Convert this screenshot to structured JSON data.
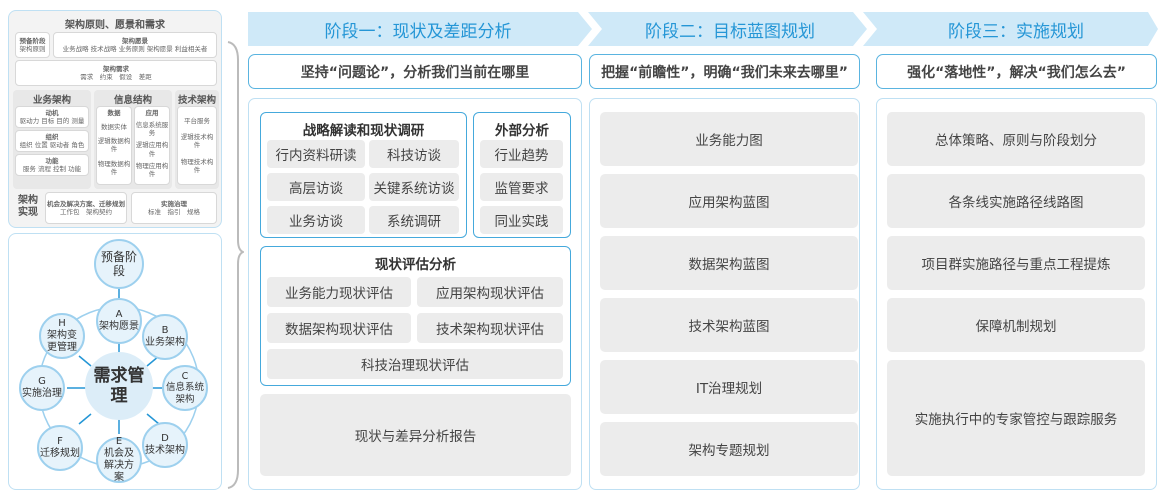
{
  "left_top": {
    "title": "架构原则、愿景和需求",
    "prep": {
      "title": "预备阶段",
      "items": "架构原则"
    },
    "vision": {
      "title": "架构愿景",
      "items": "业务战略 技术战略 业务原则 架构愿景 利益相关者"
    },
    "req": {
      "title": "架构需求",
      "items": "需求　约束　假设　差距"
    },
    "biz": {
      "title": "业务架构",
      "boxes": [
        {
          "title": "动机",
          "items": "驱动力 目标 目的 测量"
        },
        {
          "title": "组织",
          "items": "组织 位置 驱动者 角色"
        },
        {
          "title": "功能",
          "items": "服务 流程 控制 功能"
        }
      ]
    },
    "info": {
      "title": "信息结构",
      "data": {
        "title": "数据",
        "items": [
          "数据实体",
          "逻辑数据构件",
          "物理数据构件"
        ]
      },
      "app": {
        "title": "应用",
        "items": [
          "信息系统服务",
          "逻辑应用构件",
          "物理应用构件"
        ]
      }
    },
    "tech": {
      "title": "技术架构",
      "items": [
        "平台服务",
        "逻辑技术构件",
        "物理技术构件"
      ]
    },
    "impl": {
      "title": "架构实现",
      "opp": {
        "title": "机会及解决方案、迁移规划",
        "items": "工作包　架构契约"
      },
      "gov": {
        "title": "实施治理",
        "items": "标准　指引　规格"
      }
    }
  },
  "cycle": {
    "center": "需求管理",
    "prep": "预备阶段",
    "nodes": [
      {
        "letter": "A",
        "label": "架构愿景"
      },
      {
        "letter": "B",
        "label": "业务架构"
      },
      {
        "letter": "C",
        "label": "信息系统架构"
      },
      {
        "letter": "D",
        "label": "技术架构"
      },
      {
        "letter": "E",
        "label": "机会及解决方案"
      },
      {
        "letter": "F",
        "label": "迁移规划"
      },
      {
        "letter": "G",
        "label": "实施治理"
      },
      {
        "letter": "H",
        "label": "架构变更管理"
      }
    ]
  },
  "stages": [
    {
      "title": "阶段一：现状及差距分析",
      "slogan": "坚持“问题论”，分析我们当前在哪里"
    },
    {
      "title": "阶段二：目标蓝图规划",
      "slogan": "把握“前瞻性”，明确“我们未来去哪里”"
    },
    {
      "title": "阶段三：实施规划",
      "slogan": "强化“落地性”，解决“我们怎么去”"
    }
  ],
  "stage1": {
    "strategy": {
      "title": "战略解读和现状调研",
      "items": [
        "行内资料研读",
        "科技访谈",
        "高层访谈",
        "关键系统访谈",
        "业务访谈",
        "系统调研"
      ]
    },
    "external": {
      "title": "外部分析",
      "items": [
        "行业趋势",
        "监管要求",
        "同业实践"
      ]
    },
    "assess": {
      "title": "现状评估分析",
      "items": [
        "业务能力现状评估",
        "应用架构现状评估",
        "数据架构现状评估",
        "技术架构现状评估",
        "科技治理现状评估"
      ]
    },
    "report": "现状与差异分析报告"
  },
  "stage2": {
    "items": [
      "业务能力图",
      "应用架构蓝图",
      "数据架构蓝图",
      "技术架构蓝图",
      "IT治理规划",
      "架构专题规划"
    ]
  },
  "stage3": {
    "items": [
      "总体策略、原则与阶段划分",
      "各条线实施路径线路图",
      "项目群实施路径与重点工程提炼",
      "保障机制规划",
      "实施执行中的专家管控与跟踪服务"
    ]
  },
  "colors": {
    "accent": "#2596d6",
    "header_bg": "#cfe9f8",
    "border": "#45a9dc",
    "box": "#ececec"
  }
}
